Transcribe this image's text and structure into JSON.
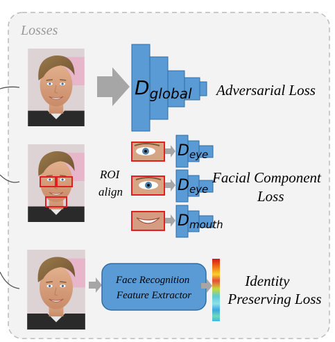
{
  "panel": {
    "title": "Losses"
  },
  "rows": {
    "global": {
      "discriminator_main": "D",
      "discriminator_sub": "global",
      "loss_label": "Adversarial Loss"
    },
    "components": {
      "roi_line1": "ROI",
      "roi_line2": "align",
      "discriminators": [
        {
          "main": "D",
          "sub": "eye"
        },
        {
          "main": "D",
          "sub": "eye"
        },
        {
          "main": "D",
          "sub": "mouth"
        }
      ],
      "loss_line1": "Facial Component",
      "loss_line2": "Loss"
    },
    "identity": {
      "extractor_line1": "Face Recognition",
      "extractor_line2": "Feature Extractor",
      "loss_line1": "Identity",
      "loss_line2": "Preserving Loss"
    }
  },
  "colors": {
    "panel_fill": "#f3f3f3",
    "panel_border": "#bbbbbb",
    "network_fill": "#5b9bd5",
    "network_stroke": "#2e6da4",
    "roi_box": "#e02020",
    "arrow_grey": "#a6a6a6",
    "connector": "#555555"
  },
  "icons": [
    "face-photo",
    "eye-crop",
    "mouth-crop",
    "feature-colorbar"
  ]
}
